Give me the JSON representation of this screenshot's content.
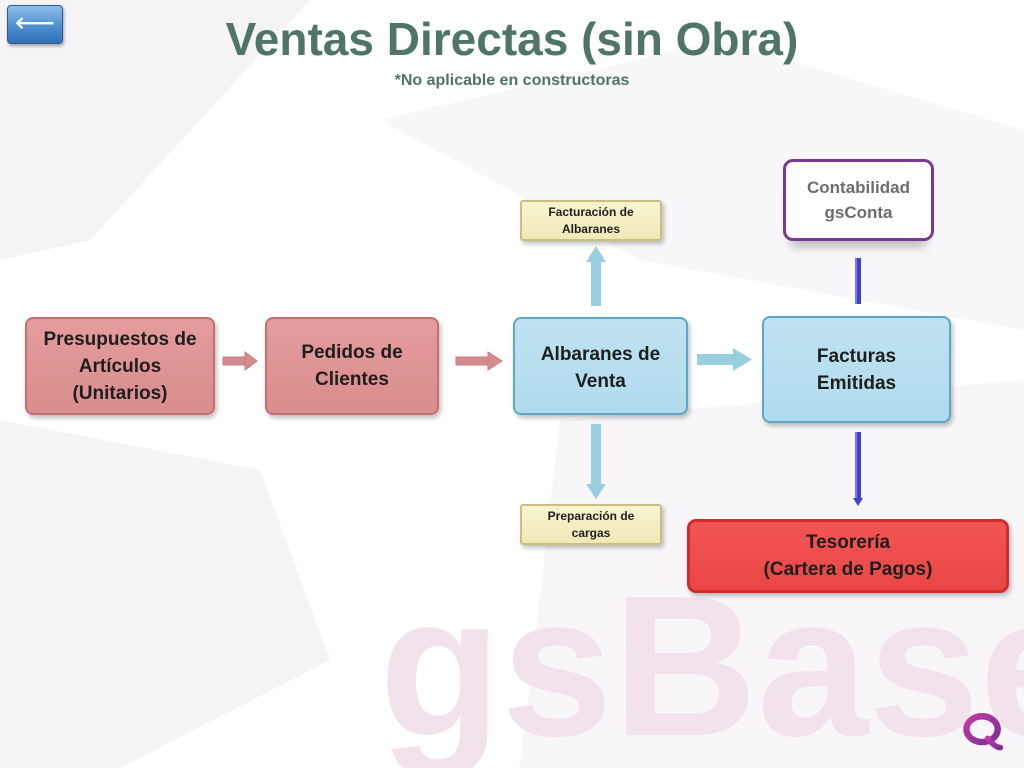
{
  "header": {
    "back_label": "⟵",
    "title": "Ventas Directas (sin Obra)",
    "subtitle": "*No aplicable en constructoras"
  },
  "diagram": {
    "nodes": {
      "presupuestos": [
        "Presupuestos de",
        "Artículos",
        "(Unitarios)"
      ],
      "pedidos": [
        "Pedidos de",
        "Clientes"
      ],
      "albaranes": [
        "Albaranes de",
        "Venta"
      ],
      "facturas": [
        "Facturas",
        "Emitidas"
      ],
      "facturacion": [
        "Facturación de",
        "Albaranes"
      ],
      "preparacion": [
        "Preparación de",
        "cargas"
      ],
      "contabilidad": [
        "Contabilidad",
        "gsConta"
      ],
      "tesoreria": [
        "Tesorería",
        "(Cartera de Pagos)"
      ]
    },
    "edges": [
      {
        "from": "presupuestos",
        "to": "pedidos"
      },
      {
        "from": "pedidos",
        "to": "albaranes"
      },
      {
        "from": "albaranes",
        "to": "facturas"
      },
      {
        "from": "albaranes",
        "to": "facturacion"
      },
      {
        "from": "albaranes",
        "to": "preparacion"
      },
      {
        "from": "facturas",
        "to": "contabilidad"
      },
      {
        "from": "facturas",
        "to": "tesoreria"
      }
    ]
  },
  "watermark": {
    "text": "gsBase"
  },
  "colors": {
    "title": "#4e7566",
    "red_node": "#d98d8d",
    "blue_node": "#b0dbec",
    "yellow_node": "#efe9b8",
    "treasury_node": "#ea4646",
    "contabilidad_border": "#7a3a93",
    "red_arrow": "#d68c8c",
    "blue_arrow": "#99cde0",
    "purple_arrow": "#3f3fd1"
  }
}
